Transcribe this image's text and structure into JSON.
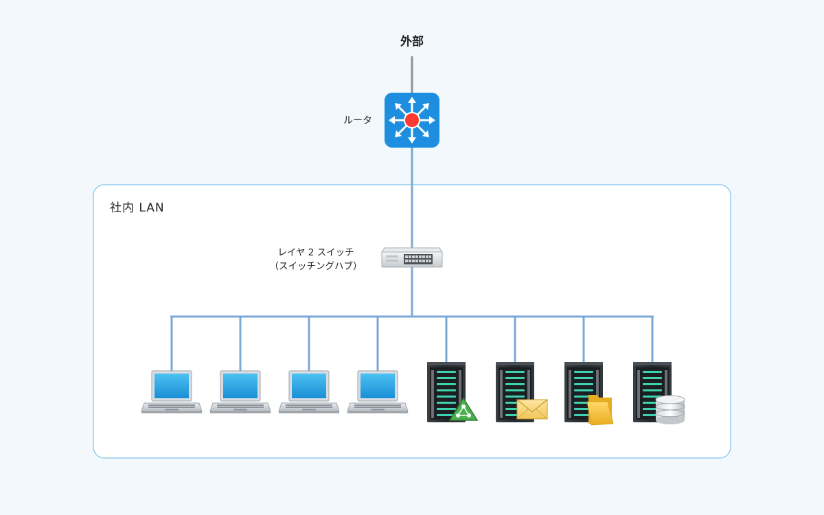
{
  "external_label": "外部",
  "router_label": "ルータ",
  "lan_label": "社内 LAN",
  "switch_label": {
    "line1": "レイヤ 2 スイッチ",
    "line2": "（スイッチングハブ）"
  },
  "colors": {
    "background": "#f3f8fc",
    "lan_border": "#7ec3ea",
    "cable": "#7aa9d8",
    "uplink_cable": "#8b9096",
    "router": "#1e8fe0",
    "router_center": "#ff3b30",
    "laptop_screen": "#2aa6e6",
    "server_body": "#2b2f33",
    "server_led": "#3fd1b0"
  },
  "devices": [
    {
      "type": "laptop",
      "icon": "laptop-icon"
    },
    {
      "type": "laptop",
      "icon": "laptop-icon"
    },
    {
      "type": "laptop",
      "icon": "laptop-icon"
    },
    {
      "type": "laptop",
      "icon": "laptop-icon"
    },
    {
      "type": "server",
      "icon": "server-icon",
      "badge": "share-icon"
    },
    {
      "type": "server",
      "icon": "server-icon",
      "badge": "mail-icon"
    },
    {
      "type": "server",
      "icon": "server-icon",
      "badge": "folder-icon"
    },
    {
      "type": "server",
      "icon": "server-icon",
      "badge": "database-icon"
    }
  ]
}
